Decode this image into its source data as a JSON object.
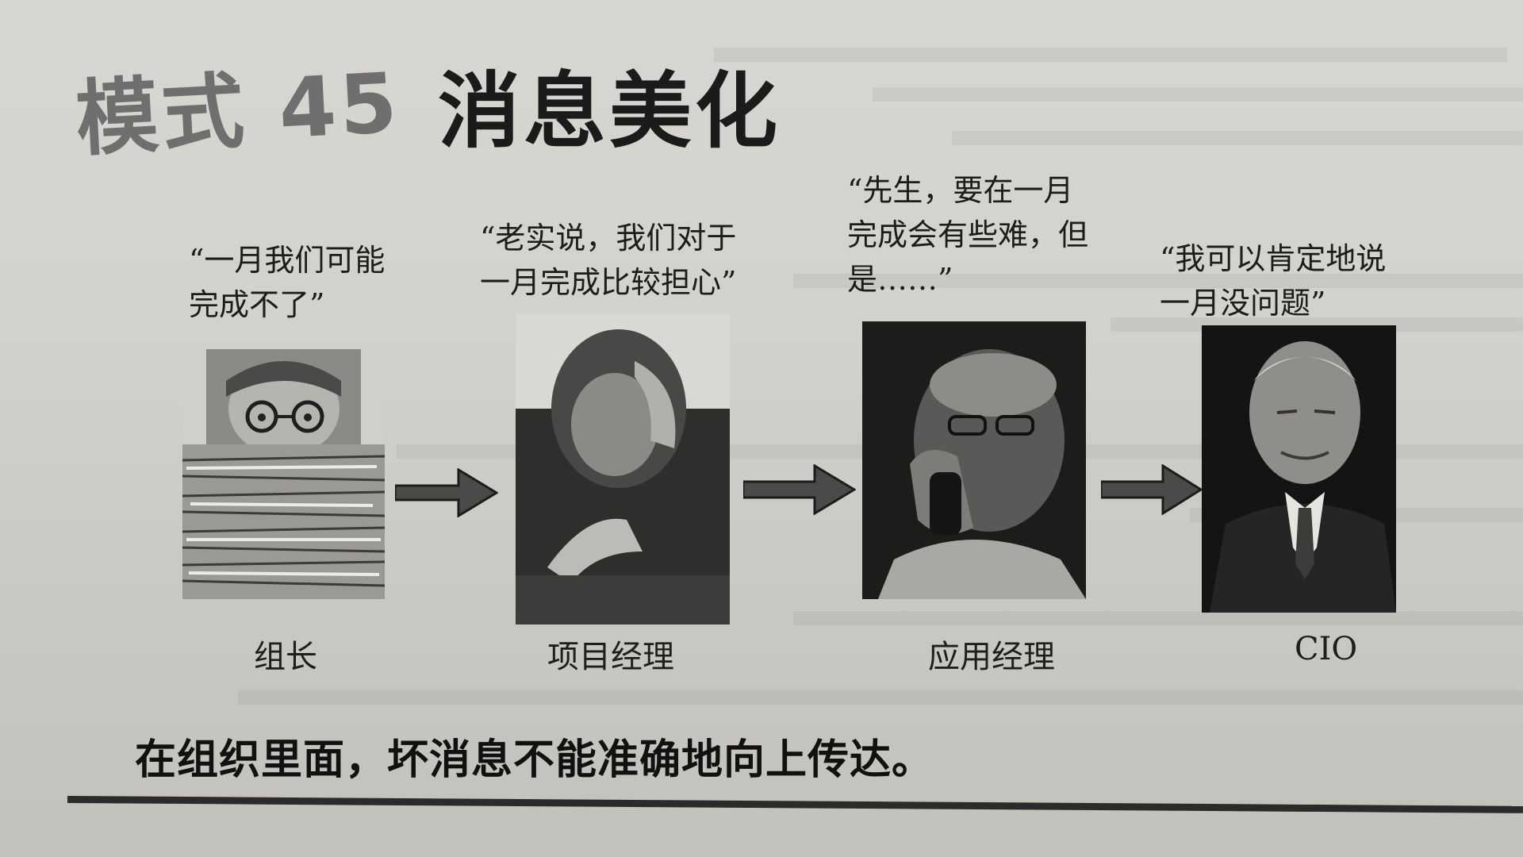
{
  "title": {
    "pattern": "模式 45",
    "name": "消息美化"
  },
  "stages": [
    {
      "quote_lines": [
        "“一月我们可能",
        "完成不了”"
      ],
      "role": "组长"
    },
    {
      "quote_lines": [
        "“老实说，我们对于",
        "一月完成比较担心”"
      ],
      "role": "项目经理"
    },
    {
      "quote_lines": [
        "“先生，要在一月",
        "完成会有些难，但",
        "是……”"
      ],
      "role": "应用经理"
    },
    {
      "quote_lines": [
        "“我可以肯定地说",
        "一月没问题”"
      ],
      "role": "CIO"
    }
  ],
  "caption": "在组织里面，坏消息不能准确地向上传达。",
  "icons": [
    "arrow-right-icon"
  ]
}
